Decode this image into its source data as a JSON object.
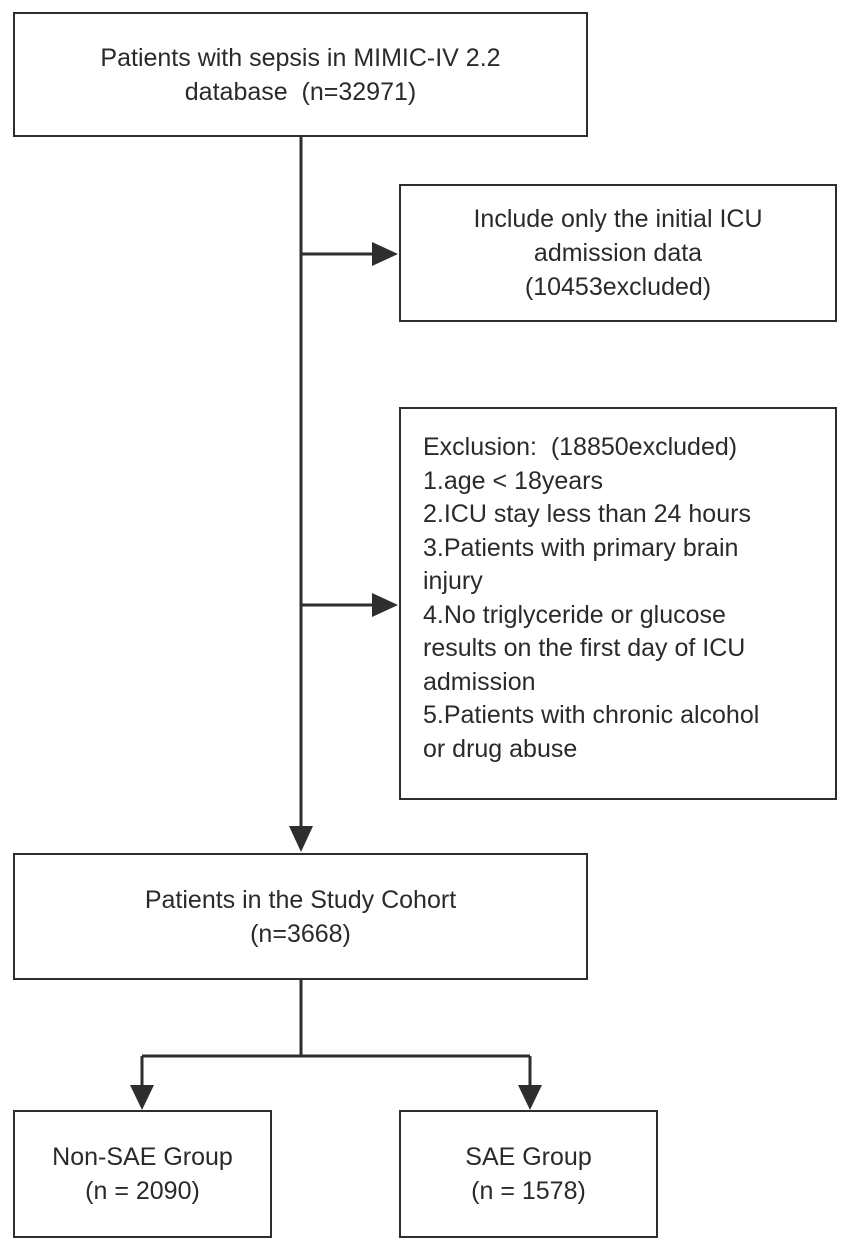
{
  "nodes": {
    "sepsis": {
      "lines": [
        "Patients with sepsis in MIMIC-IV 2.2",
        "database  (n=32971)"
      ]
    },
    "initial_icu": {
      "lines": [
        "Include only the initial ICU",
        "admission data",
        "(10453excluded)"
      ]
    },
    "exclusion": {
      "lines": [
        "Exclusion:  (18850excluded)",
        "1.age < 18years",
        "2.ICU stay less than 24 hours",
        "3.Patients with primary brain",
        "injury",
        "4.No triglyceride or glucose",
        "results on the first day of ICU",
        "admission",
        "5.Patients with chronic alcohol",
        "or drug abuse"
      ]
    },
    "cohort": {
      "lines": [
        "Patients in the Study Cohort",
        "(n=3668)"
      ]
    },
    "non_sae": {
      "lines": [
        "Non-SAE Group",
        "(n = 2090)"
      ]
    },
    "sae": {
      "lines": [
        "SAE Group",
        "(n = 1578)"
      ]
    }
  },
  "colors": {
    "stroke": "#2e2e2e",
    "text": "#2a2a2a"
  }
}
